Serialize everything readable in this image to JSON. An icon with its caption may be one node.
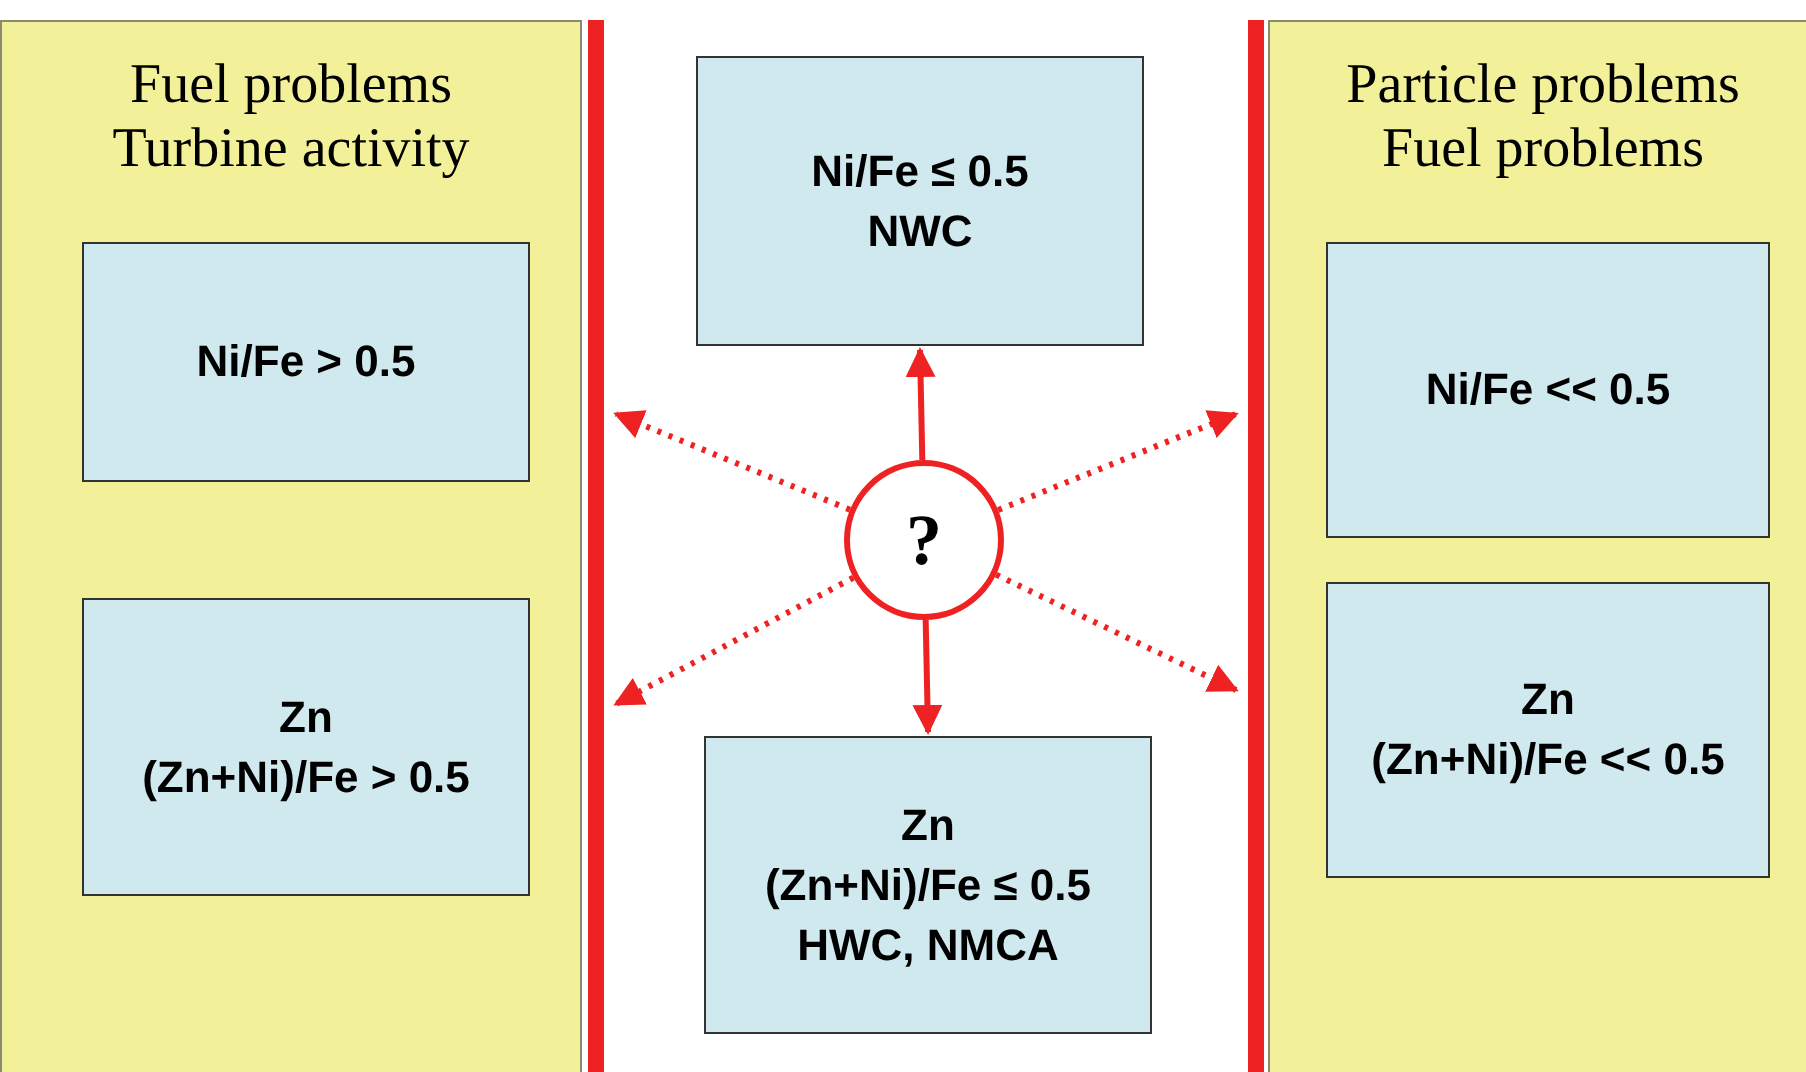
{
  "diagram": {
    "nodes": [
      {
        "text": [
          "Fuel problems Turbine activity"
        ]
      },
      {
        "text": [
          "Ni/Fe > 0.5"
        ],
        "in": 0
      },
      {
        "text": [
          "Zn",
          "(Zn+Ni)/Fe > 0.5"
        ],
        "in": 0
      },
      {
        "text": [],
        "shape": "bar"
      },
      {
        "text": [
          "Ni/Fe ≤ 0.5",
          "NWC"
        ]
      },
      {
        "text": [
          "?"
        ]
      },
      {
        "text": [
          "Zn",
          "(Zn+Ni)/Fe ≤ 0.5",
          "HWC, NMCA"
        ]
      },
      {
        "text": [],
        "shape": "bar"
      },
      {
        "text": [
          "Particle problems Fuel problems"
        ]
      },
      {
        "text": [
          "Ni/Fe << 0.5"
        ],
        "in": 8
      },
      {
        "text": [
          "Zn",
          "(Zn+Ni)/Fe << 0.5"
        ],
        "in": 8
      }
    ],
    "edges": [
      {
        "from": 5,
        "to": 4,
        "arrow": "to"
      },
      {
        "from": 5,
        "to": 6,
        "arrow": "to"
      },
      {
        "from": 5,
        "to": 3,
        "arrow": "to",
        "style": "dashed"
      },
      {
        "from": 5,
        "to": 3,
        "arrow": "to",
        "style": "dashed"
      },
      {
        "from": 5,
        "to": 7,
        "arrow": "to",
        "style": "dashed"
      },
      {
        "from": 5,
        "to": 7,
        "arrow": "to",
        "style": "dashed"
      }
    ]
  }
}
